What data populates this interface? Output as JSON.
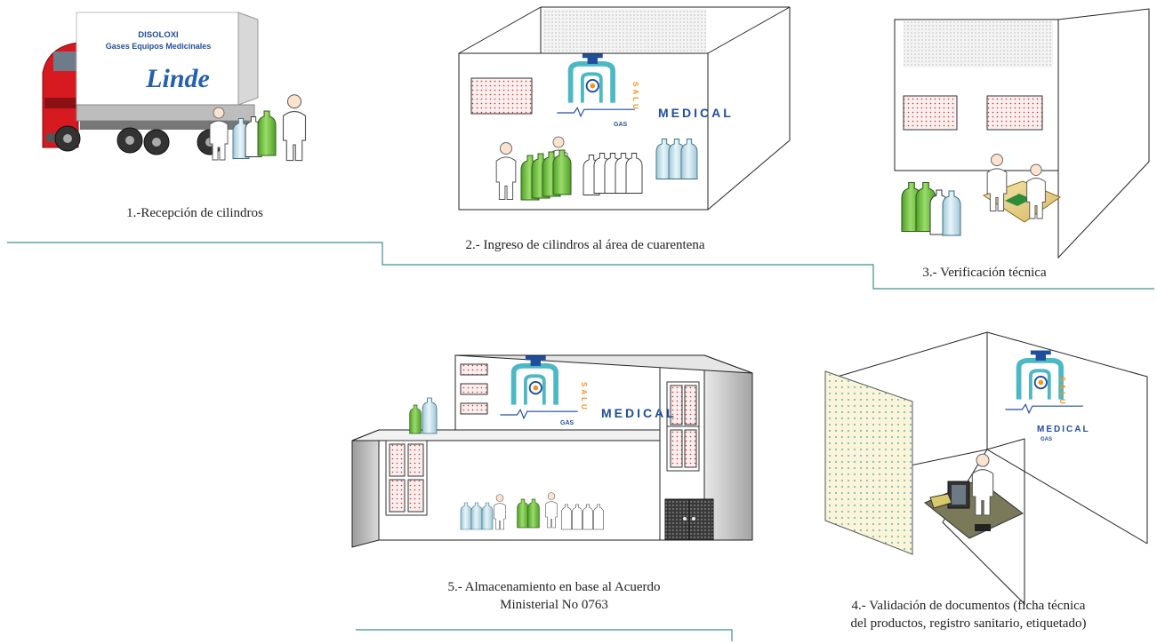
{
  "steps": [
    {
      "number": 1,
      "label": "1.-Recepción de cilindros"
    },
    {
      "number": 2,
      "label": "2.- Ingreso de cilindros al área de cuarentena"
    },
    {
      "number": 3,
      "label": "3.- Verificación técnica"
    },
    {
      "number": 4,
      "label_line1": "4.- Validación de documentos (ficha técnica",
      "label_line2": "del productos, registro sanitario, etiquetado)"
    },
    {
      "number": 5,
      "label_line1": "5.- Almacenamiento en base al Acuerdo",
      "label_line2": "Ministerial No 0763"
    }
  ],
  "truck": {
    "company_line1": "DISOLOXI",
    "company_line2": "Gases Equipos Medicinales",
    "brand": "Linde"
  },
  "logo": {
    "word": "MEDICAL",
    "side_word": "SALU",
    "sub": "GAS"
  },
  "colors": {
    "connector": "#3f8f8c",
    "cylinder_green": "#7ac943",
    "cylinder_blue": "#cfe6ef",
    "cylinder_white": "#ffffff",
    "logo_teal": "#4bb8c4",
    "logo_blue": "#1f4e9a",
    "logo_orange": "#f7931e",
    "truck_red": "#d71920"
  },
  "icons": [
    "truck-icon",
    "person-icon",
    "gas-cylinder-icon",
    "computer-icon",
    "desk-icon",
    "door-icon",
    "window-icon"
  ]
}
